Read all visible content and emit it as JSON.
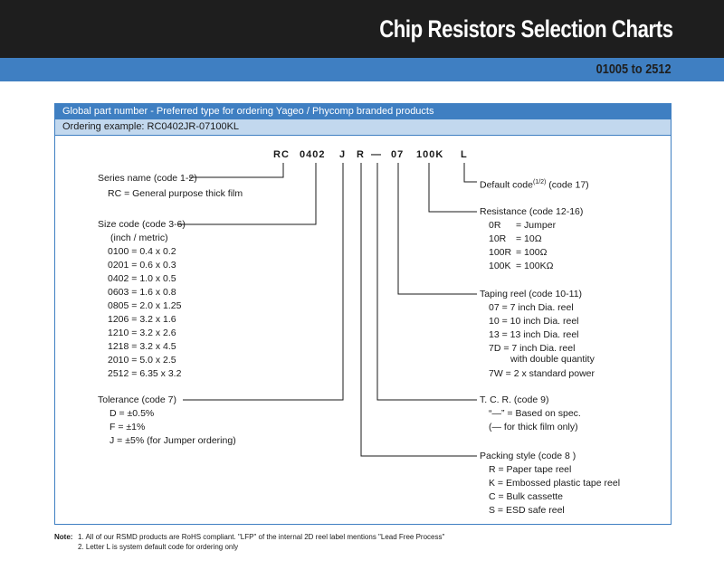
{
  "header": {
    "title": "Chip Resistors Selection Charts",
    "subtitle": "01005 to 2512"
  },
  "panel": {
    "heading": "Global part number - Preferred type for ordering Yageo / Phycomp branded products",
    "example": "Ordering example: RC0402JR-07100KL"
  },
  "code_parts": [
    "RC",
    "0402",
    "J",
    "R",
    "—",
    "07",
    "100K",
    "L"
  ],
  "series": {
    "title": "Series name (code 1-2)",
    "lines": [
      "RC = General purpose thick film"
    ]
  },
  "size": {
    "title": "Size code (code 3-6)",
    "lines": [
      "(inch / metric)",
      "0100 = 0.4 x 0.2",
      "0201 = 0.6 x 0.3",
      "0402 = 1.0 x 0.5",
      "0603 = 1.6 x 0.8",
      "0805 = 2.0 x 1.25",
      "1206 = 3.2 x 1.6",
      "1210 = 3.2 x 2.6",
      "1218 = 3.2 x 4.5",
      "2010 = 5.0 x 2.5",
      "2512 = 6.35 x 3.2"
    ]
  },
  "tolerance": {
    "title": "Tolerance (code 7)",
    "lines": [
      "D = ±0.5%",
      "F = ±1%",
      "J = ±5%  (for Jumper ordering)"
    ]
  },
  "default_code": {
    "title_a": "Default code",
    "sup": "(1/2)",
    "title_b": " (code 17)"
  },
  "resistance": {
    "title": "Resistance (code 12-16)",
    "codes": [
      "0R",
      "10R",
      "100R",
      "100K"
    ],
    "values": [
      "= Jumper",
      "= 10Ω",
      "= 100Ω",
      "= 100KΩ"
    ]
  },
  "taping": {
    "title": "Taping reel (code 10-11)",
    "lines": [
      "07 = 7 inch Dia. reel",
      "10 = 10 inch Dia. reel",
      "13 = 13 inch Dia. reel",
      "7D = 7 inch Dia. reel",
      "with double quantity",
      "7W = 2 x standard power"
    ]
  },
  "tcr": {
    "title": "T. C. R. (code 9)",
    "lines": [
      "“—” = Based on spec.",
      "(— for thick film only)"
    ]
  },
  "packing": {
    "title": "Packing style (code 8 )",
    "lines": [
      "R = Paper tape reel",
      "K = Embossed plastic tape reel",
      "C = Bulk cassette",
      "S = ESD safe reel"
    ]
  },
  "notes": {
    "label": "Note:",
    "items": [
      "1. All of our RSMD products are RoHS compliant. \"LFP\" of the internal 2D reel label mentions \"Lead Free Process\"",
      "2. Letter L is system default code for ordering only"
    ]
  }
}
